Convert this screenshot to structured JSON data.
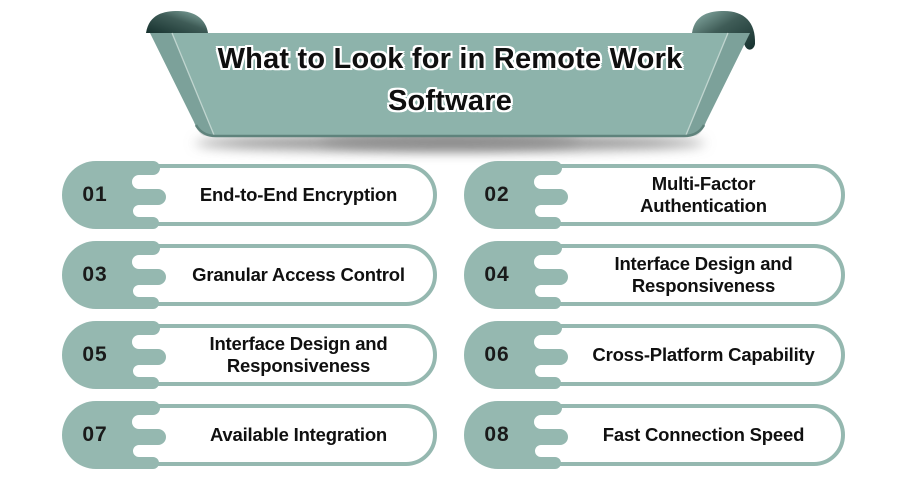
{
  "banner": {
    "title_line1": "What to Look for in Remote Work",
    "title_line2": "Software"
  },
  "items": [
    {
      "number": "01",
      "label": "End-to-End Encryption"
    },
    {
      "number": "02",
      "label": "Multi-Factor\nAuthentication"
    },
    {
      "number": "03",
      "label": "Granular Access Control"
    },
    {
      "number": "04",
      "label": "Interface Design and\nResponsiveness"
    },
    {
      "number": "05",
      "label": "Interface Design and\nResponsiveness"
    },
    {
      "number": "06",
      "label": "Cross-Platform Capability"
    },
    {
      "number": "07",
      "label": "Available Integration"
    },
    {
      "number": "08",
      "label": "Fast Connection Speed"
    }
  ],
  "colors": {
    "banner_green": "#8db3ab",
    "item_green": "#95b8b0",
    "curl_dark": "#16312e",
    "edge_dark_green": "#5f837c",
    "text_dark": "#111111",
    "background": "#ffffff"
  }
}
